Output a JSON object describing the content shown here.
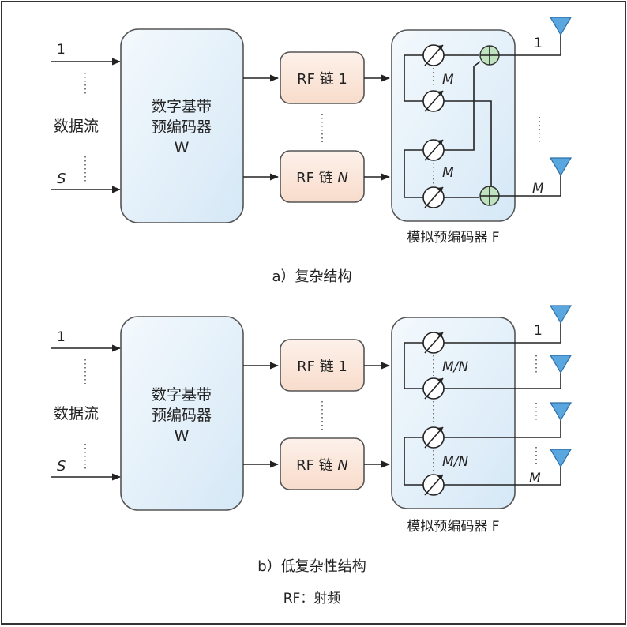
{
  "diagram_a": {
    "caption": "a）复杂结构",
    "stream_first": "1",
    "stream_last": "S",
    "stream_label": "数据流",
    "digital_line1": "数字基带",
    "digital_line2": "预编码器",
    "digital_line3": "W",
    "rf1_prefix": "RF 链 ",
    "rf1_index": "1",
    "rfN_prefix": "RF 链 ",
    "rfN_index": "N",
    "group1_label": "M",
    "group2_label": "M",
    "ant_first": "1",
    "ant_last": "M",
    "analog_label": "模拟预编码器 F"
  },
  "diagram_b": {
    "caption": "b）低复杂性结构",
    "stream_first": "1",
    "stream_last": "S",
    "stream_label": "数据流",
    "digital_line1": "数字基带",
    "digital_line2": "预编码器",
    "digital_line3": "W",
    "rf1_prefix": "RF 链 ",
    "rf1_index": "1",
    "rfN_prefix": "RF 链 ",
    "rfN_index": "N",
    "group1_label": "M/N",
    "group2_label": "M/N",
    "ant_first": "1",
    "ant_last": "M",
    "analog_label": "模拟预编码器 F"
  },
  "footnote": "RF：射频",
  "colors": {
    "digital_fill": "#e3f0fa",
    "rf_fill": "#fbe6d9",
    "analog_fill": "#e3f0fa",
    "adder_fill": "#bfe3bf",
    "antenna_fill": "#5aa6df"
  }
}
